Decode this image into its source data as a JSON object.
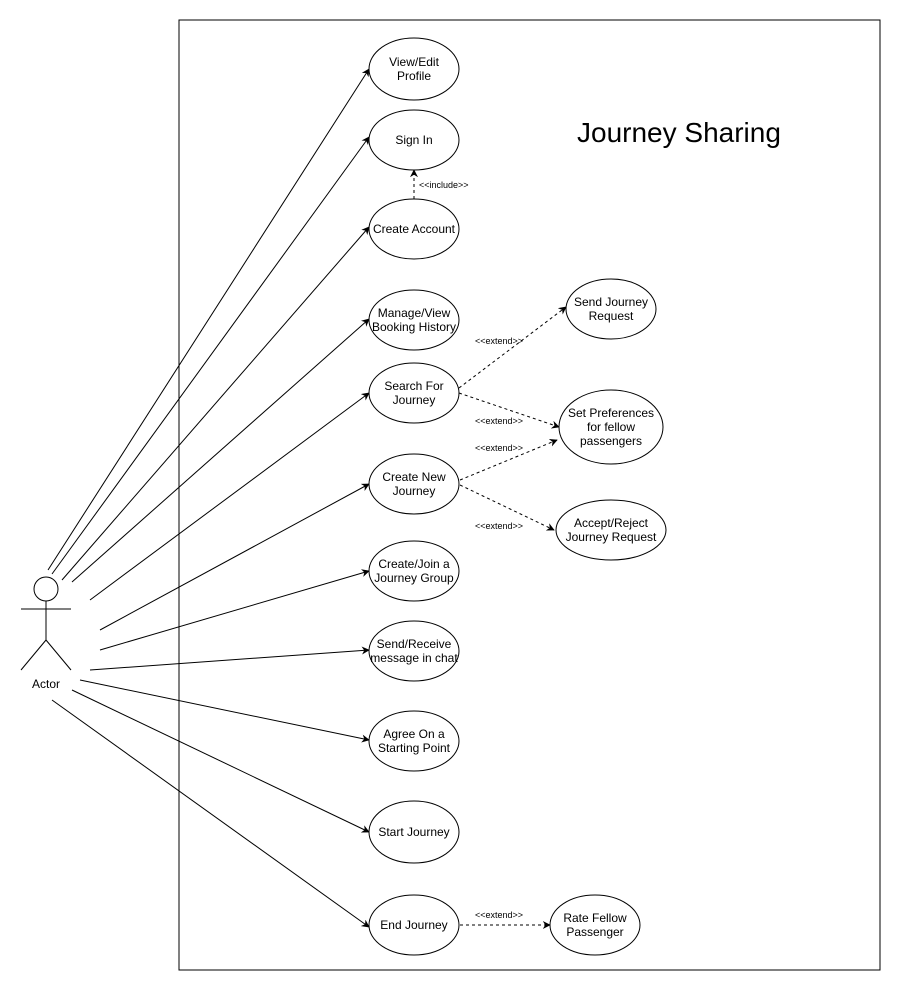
{
  "title": "Journey Sharing",
  "actor": {
    "label": "Actor"
  },
  "use_cases": {
    "view_edit_profile": [
      "View/Edit",
      "Profile"
    ],
    "sign_in": [
      "Sign In"
    ],
    "create_account": [
      "Create Account"
    ],
    "manage_view_booking_history": [
      "Manage/View",
      "Booking History"
    ],
    "search_for_journey": [
      "Search For",
      "Journey"
    ],
    "create_new_journey": [
      "Create New",
      "Journey"
    ],
    "create_join_journey_group": [
      "Create/Join a",
      "Journey Group"
    ],
    "send_receive_message": [
      "Send/Receive",
      "message in chat"
    ],
    "agree_on_starting_point": [
      "Agree On a",
      "Starting Point"
    ],
    "start_journey": [
      "Start Journey"
    ],
    "end_journey": [
      "End Journey"
    ],
    "send_journey_request": [
      "Send Journey",
      "Request"
    ],
    "set_preferences": [
      "Set Preferences",
      "for fellow",
      "passengers"
    ],
    "accept_reject_request": [
      "Accept/Reject",
      "Journey Request"
    ],
    "rate_fellow_passenger": [
      "Rate Fellow",
      "Passenger"
    ]
  },
  "stereotypes": {
    "include": "<<include>>",
    "extend": "<<extend>>"
  },
  "relations": [
    {
      "from": "create_account",
      "to": "sign_in",
      "type": "include"
    },
    {
      "from": "search_for_journey",
      "to": "send_journey_request",
      "type": "extend"
    },
    {
      "from": "search_for_journey",
      "to": "set_preferences",
      "type": "extend"
    },
    {
      "from": "create_new_journey",
      "to": "set_preferences",
      "type": "extend"
    },
    {
      "from": "create_new_journey",
      "to": "accept_reject_request",
      "type": "extend"
    },
    {
      "from": "end_journey",
      "to": "rate_fellow_passenger",
      "type": "extend"
    }
  ]
}
